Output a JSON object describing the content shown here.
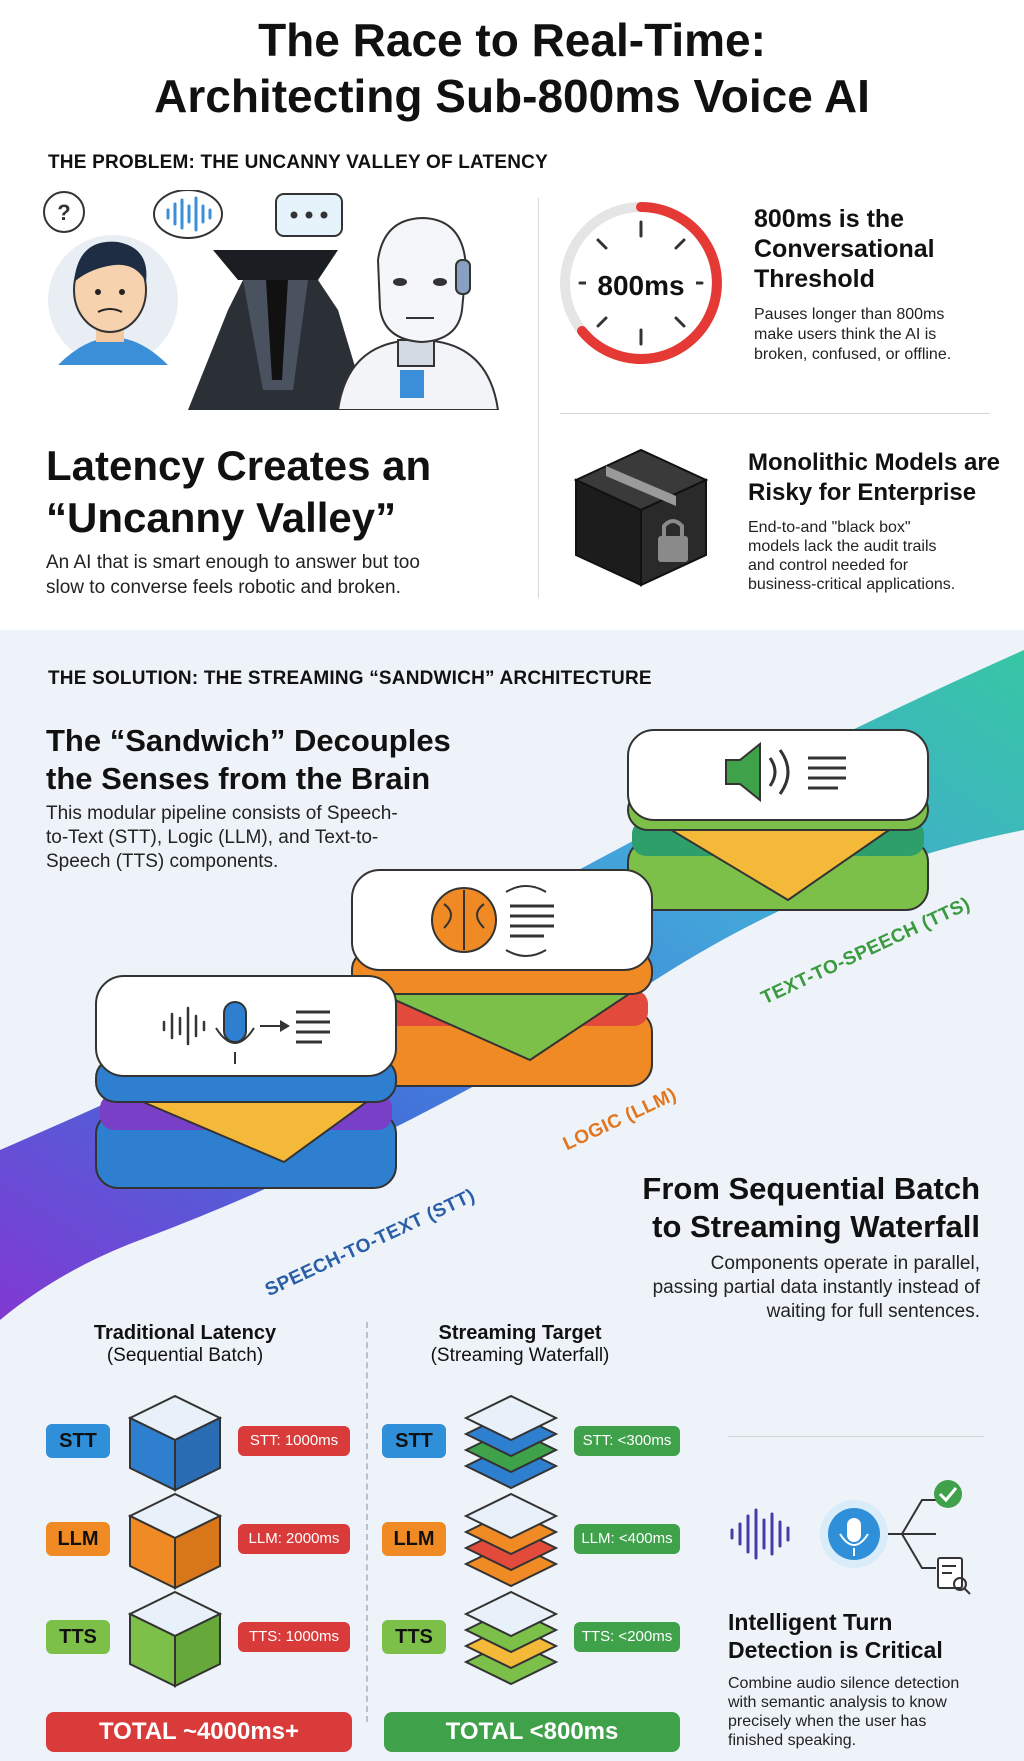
{
  "title": {
    "line1": "The Race to Real-Time:",
    "line2": "Architecting Sub-800ms Voice AI"
  },
  "problem": {
    "section_label": "THE PROBLEM: THE UNCANNY VALLEY OF LATENCY",
    "valley_heading_line1": "Latency Creates an",
    "valley_heading_line2": "“Uncanny Valley”",
    "valley_body_line1": "An AI that is smart enough to answer but too",
    "valley_body_line2": "slow to converse feels robotic and broken.",
    "speech_bubble_question": "?",
    "speech_bubble_dots": "...",
    "timer_text": "800ms",
    "threshold_heading_line1": "800ms is the",
    "threshold_heading_line2": "Conversational",
    "threshold_heading_line3": "Threshold",
    "threshold_body_line1": "Pauses longer than 800ms",
    "threshold_body_line2": "make users think the AI is",
    "threshold_body_line3": "broken, confused, or offline.",
    "mono_heading_line1": "Monolithic Models are",
    "mono_heading_line2": "Risky for Enterprise",
    "mono_body_line1": "End-to-and \"black box\"",
    "mono_body_line2": "models lack the audit trails",
    "mono_body_line3": "and control needed for",
    "mono_body_line4": "business-critical applications."
  },
  "solution": {
    "section_label": "THE SOLUTION: THE STREAMING “SANDWICH” ARCHITECTURE",
    "sandwich_heading_line1": "The “Sandwich” Decouples",
    "sandwich_heading_line2": "the Senses from the Brain",
    "sandwich_body_line1": "This modular pipeline consists of Speech-",
    "sandwich_body_line2": "to-Text (STT), Logic (LLM), and Text-to-",
    "sandwich_body_line3": "Speech (TTS) components.",
    "label_stt": "SPEECH-TO-TEXT (STT)",
    "label_llm": "LOGIC (LLM)",
    "label_tts": "TEXT-TO-SPEECH (TTS)",
    "waterfall_heading_line1": "From Sequential Batch",
    "waterfall_heading_line2": "to Streaming Waterfall",
    "waterfall_body_line1": "Components operate in parallel,",
    "waterfall_body_line2": "passing partial data instantly instead of",
    "waterfall_body_line3": "waiting for full sentences."
  },
  "traditional": {
    "title": "Traditional Latency",
    "subtitle": "(Sequential Batch)",
    "rows": [
      {
        "tag": "STT",
        "value": "STT: 1000ms"
      },
      {
        "tag": "LLM",
        "value": "LLM: 2000ms"
      },
      {
        "tag": "TTS",
        "value": "TTS: 1000ms"
      }
    ],
    "total": "TOTAL ~4000ms+"
  },
  "streaming": {
    "title": "Streaming Target",
    "subtitle": "(Streaming Waterfall)",
    "rows": [
      {
        "tag": "STT",
        "value": "STT: <300ms"
      },
      {
        "tag": "LLM",
        "value": "LLM: <400ms"
      },
      {
        "tag": "TTS",
        "value": "TTS: <200ms"
      }
    ],
    "total": "TOTAL <800ms"
  },
  "turn_detection": {
    "heading_line1": "Intelligent Turn",
    "heading_line2": "Detection is Critical",
    "body_line1": "Combine audio silence detection",
    "body_line2": "with semantic analysis to know",
    "body_line3": "precisely when the user has",
    "body_line4": "finished speaking."
  },
  "colors": {
    "blue": "#2f7fd1",
    "orange": "#f08a24",
    "green": "#7cc04a",
    "red": "#d93b3b",
    "total_green": "#3fa14a",
    "tts_label": "#3a9b3e",
    "llm_label": "#e2761f",
    "stt_label": "#2a5fa8"
  },
  "icons": [
    "question-icon",
    "waveform-icon",
    "ellipsis-icon",
    "timer-icon",
    "lock-box-icon",
    "microphone-icon",
    "brain-icon",
    "speaker-icon",
    "checkmark-icon",
    "document-search-icon"
  ]
}
